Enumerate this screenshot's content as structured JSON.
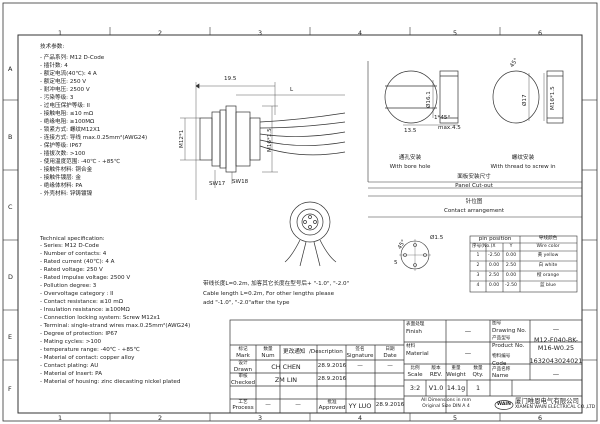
{
  "frame": {
    "col_numbers": [
      "1",
      "2",
      "3",
      "4",
      "5",
      "6"
    ],
    "row_letters": [
      "A",
      "B",
      "C",
      "D",
      "E",
      "F"
    ]
  },
  "spec_cn": {
    "title": "技术参数:",
    "lines": [
      "- 产品系列: M12 D-Code",
      "- 插针数: 4",
      "- 额定电流(40℃): 4 A",
      "- 额定电压: 250 V",
      "- 耐冲电压: 2500 V",
      "- 污染等级: 3",
      "- 过电压保护等级: II",
      "- 接触电阻: ≤10 mΩ",
      "- 绝缘电阻: ≥100MΩ",
      "- 锁紧方式: 螺纹M12X1",
      "- 连接方式: 导线 max.0.25mm²(AWG24)",
      "- 保护等级: IP67",
      "- 插拔次数: >100",
      "- 使用温度范围: -40℃ - +85℃",
      "- 接触件材料: 铜合金",
      "- 接触件镀层: 金",
      "- 绝缘体材料: PA",
      "- 外壳材料: 锌铸镀镍"
    ]
  },
  "spec_en": {
    "title": "Technical specification:",
    "lines": [
      "- Series: M12 D-Code",
      "- Number of contacts: 4",
      "- Rated current (40℃): 4 A",
      "- Rated voltage: 250 V",
      "- Rated impulse voltage: 2500 V",
      "- Pollution degree: 3",
      "- Overvoltage category : II",
      "- Contact resistance: ≤10 mΩ",
      "- Insulation resistance: ≥100MΩ",
      "- Connection locking system: Screw M12x1",
      "- Terminal: single-strand wires max.0.25mm²(AWG24)",
      "- Degree of protection: IP67",
      "- Mating cycles: >100",
      "- temperature range: -40℃ - +85℃",
      "- Material of contact: copper alloy",
      "- Contact plating: AU",
      "- Material of Insert: PA",
      "- Material of housing: zinc diecasting nickel plated"
    ]
  },
  "drawing": {
    "dims": {
      "d195": "19.5",
      "L": "L",
      "dm12": "M12*1",
      "dm16": "M16*1.5",
      "sw17": "SW17",
      "sw18": "SW18",
      "d161": "Ø16.1",
      "d17": "Ø17",
      "d135": "13.5",
      "d45c": "1*45°",
      "dmax45": "max.4.5",
      "dm16b": "M16*1.5",
      "d45r": "45°",
      "d15": "Ø1.5",
      "d5": "5",
      "d45p": "45°"
    },
    "panel_bore_cn": "通孔安装",
    "panel_bore_en": "With bore hole",
    "panel_thread_cn": "螺纹安装",
    "panel_thread_en": "With thread to screw in",
    "panel_title_cn": "面板安装尺寸",
    "panel_title_en": "Panel Cut-out",
    "contact_title_cn": "针位图",
    "contact_title_en": "Contact arrangement",
    "cable_note_cn": "带线长度L=0.2m, 加客其它长度在型号后+ \"-1.0\", \"-2.0\"",
    "cable_note_en1": "Cable length L=0.2m, For other lengths please",
    "cable_note_en2": "add \"-1.0\", \"-2.0\"after the type"
  },
  "pin_table": {
    "head_pin_cn": "序号(No.)",
    "head_x": "X",
    "head_y": "Y",
    "head_pos": "pin position",
    "head_color_cn": "导线颜色",
    "head_color_en": "Wire color",
    "rows": [
      {
        "no": "1",
        "x": "-2.50",
        "y": "0.00",
        "color": "黄 yellow"
      },
      {
        "no": "2",
        "x": "0.00",
        "y": "2.50",
        "color": "白 white"
      },
      {
        "no": "3",
        "x": "2.50",
        "y": "0.00",
        "color": "橙 orange"
      },
      {
        "no": "4",
        "x": "0.00",
        "y": "-2.50",
        "color": "蓝 blue"
      }
    ]
  },
  "title_block": {
    "finish_cn": "表面处理",
    "finish_en": "Finish",
    "finish_val": "—",
    "material_cn": "材料",
    "material_en": "Material",
    "material_val": "—",
    "drawing_no_cn": "图号",
    "drawing_no_en": "Drawing No.",
    "drawing_no_val": "—",
    "product_no_cn": "产品型号",
    "product_no_en": "Product No.",
    "product_no_val1": "M12-F040-BK-",
    "product_no_val2": "M16-W0.25",
    "code_cn": "物料编号",
    "code_en": "Code",
    "code_val": "1632043024021",
    "name_cn": "产品名称",
    "name_en": "Name",
    "name_val": "—",
    "mark_cn": "标记",
    "mark_en": "Mark",
    "num_cn": "数量",
    "num_en": "Num",
    "desc_cn": "更改通知",
    "desc_en": "/Description",
    "sign_cn": "签名",
    "sign_en": "Signature",
    "date_cn": "日期",
    "date_en": "Date",
    "drawn_cn": "设计",
    "drawn_en": "Drawn",
    "drawn_by": "CH CHEN",
    "drawn_date": "28.9.2016",
    "checked_cn": "审核",
    "checked_en": "Checked",
    "checked_by": "ZM LIN",
    "checked_date": "28.9.2016",
    "process_cn": "工艺",
    "process_en": "Process",
    "approved_cn": "批准",
    "approved_en": "Approved",
    "approved_by": "YY LUO",
    "approved_date": "28.9.2016",
    "dash": "—",
    "scale_cn": "比例",
    "scale_en": "Scale",
    "scale_val": "3:2",
    "rev_cn": "版本",
    "rev_en": "REV.",
    "rev_val": "V1.0",
    "weight_cn": "重量",
    "weight_en": "Weight",
    "weight_val": "14.1g",
    "qty_cn": "数量",
    "qty_en": "Qty.",
    "qty_val": "1",
    "note1": "All Dimensions in mm",
    "note2": "Original Size DIN A 4",
    "company_cn": "厦门唯恩电气有限公司",
    "company_en": "XIAMEN WAIN ELECTRICAL CO.,LTD",
    "logo": "WAIN"
  },
  "colors": {
    "line": "#333333",
    "thin": "#555555",
    "text": "#222222"
  }
}
